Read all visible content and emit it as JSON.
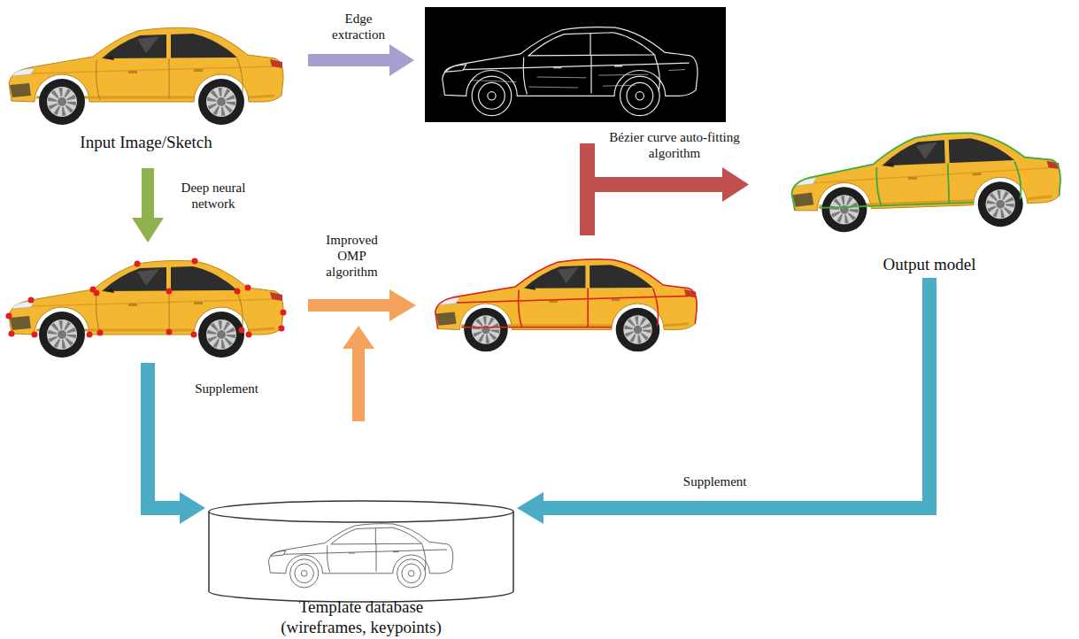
{
  "diagram": {
    "nodes": [
      {
        "text": [
          "Input Image/Sketch"
        ]
      },
      {
        "text": [
          "Output model"
        ]
      },
      {
        "text": [
          "Template database (wireframes, keypoints)"
        ]
      }
    ],
    "edges": [
      {
        "from": 1,
        "to": 2,
        "arrow": "to",
        "label": "Supplement"
      }
    ],
    "labels": [
      "Edge extraction",
      "Deep neural network",
      "Improved OMP algorithm",
      "Bézier curve auto-fitting algorithm",
      "Supplement"
    ]
  }
}
